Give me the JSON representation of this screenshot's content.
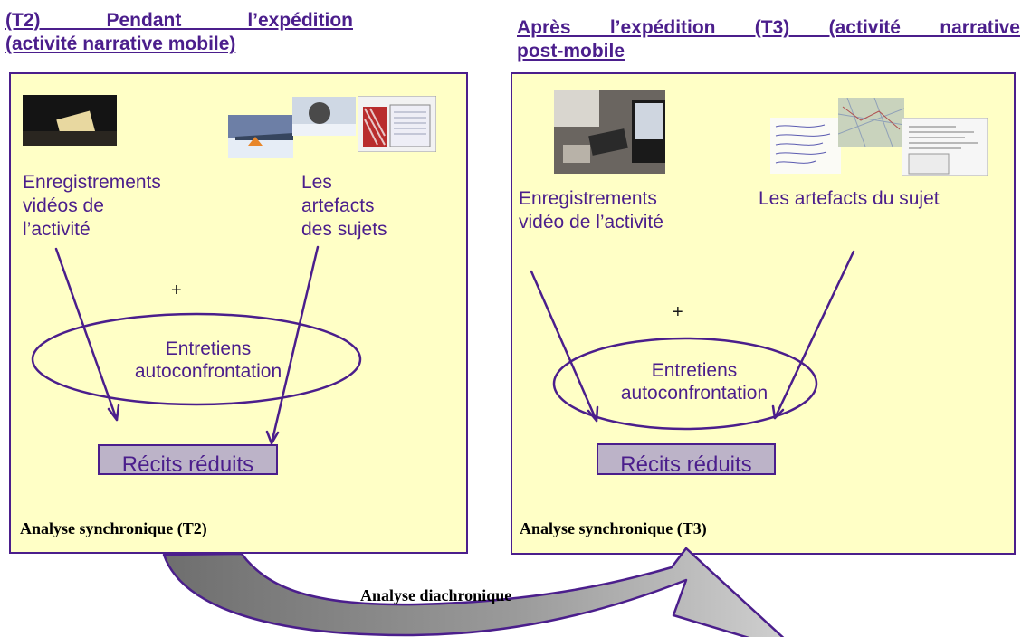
{
  "left_section": {
    "title_line1": "(T2) Pendant l’expédition",
    "title_line2": "(activité narrative mobile)",
    "video_label": [
      "Enregistrements",
      "vidéos de",
      "l’activité"
    ],
    "artefacts_label": [
      "Les",
      "artefacts",
      "des sujets"
    ],
    "plus": "+",
    "interview_label": [
      "Entretiens",
      "autoconfrontation"
    ],
    "recits": "Récits réduits",
    "analysis": "Analyse synchronique (T2)"
  },
  "right_section": {
    "title_line1": "Après l’expédition (T3) (activité narrative",
    "title_line2": "post-mobile",
    "video_label": [
      "Enregistrements",
      "vidéo de l’activité"
    ],
    "artefacts_label": [
      "Les artefacts du sujet"
    ],
    "plus": "+",
    "interview_label": [
      "Entretiens",
      "autoconfrontation"
    ],
    "recits": "Récits réduits",
    "analysis": "Analyse synchronique (T3)"
  },
  "bottom_arrow": {
    "label": "Analyse diachronique"
  },
  "colors": {
    "accent": "#4b1e8c",
    "panel_fill": "#ffffc6",
    "recits_fill": "#bcb3c8",
    "arrow_dark": "#6e6e6e",
    "arrow_light": "#c8c8c8"
  },
  "icons": [
    "video-still-photo",
    "winter-camp-photo",
    "notebook-photo",
    "maps-and-notes-photo",
    "desk-laptop-photo"
  ]
}
